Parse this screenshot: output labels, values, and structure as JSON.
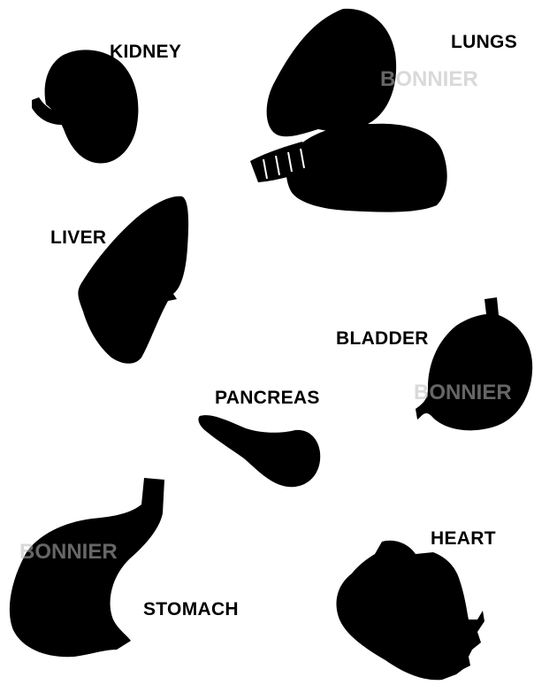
{
  "labels": {
    "kidney": "KIDNEY",
    "lungs": "LUNGS",
    "liver": "LIVER",
    "bladder": "BLADDER",
    "pancreas": "PANCREAS",
    "heart": "HEART",
    "stomach": "STOMACH"
  },
  "watermark": {
    "text": "BONNIER"
  },
  "colors": {
    "silhouette": "#000000",
    "background": "#ffffff"
  }
}
